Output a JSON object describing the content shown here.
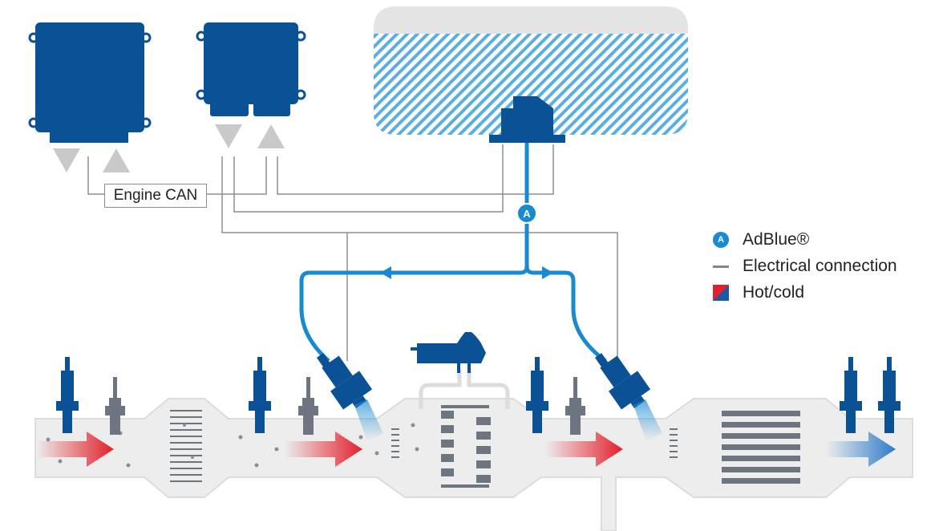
{
  "diagram": {
    "bus_label": "Engine CAN",
    "marker_letter": "A"
  },
  "legend": {
    "items": [
      {
        "label": "AdBlue®",
        "icon": "adblue-marker-icon"
      },
      {
        "label": "Electrical connection",
        "icon": "electrical-line-icon"
      },
      {
        "label": "Hot/cold",
        "icon": "hot-cold-icon"
      }
    ]
  },
  "colors": {
    "component": "#0b5196",
    "adblue": "#1a8ad0",
    "electrical": "#8a8f96",
    "hot": "#e3202b",
    "cold": "#2d7bc9",
    "pipe": "#ededed"
  }
}
